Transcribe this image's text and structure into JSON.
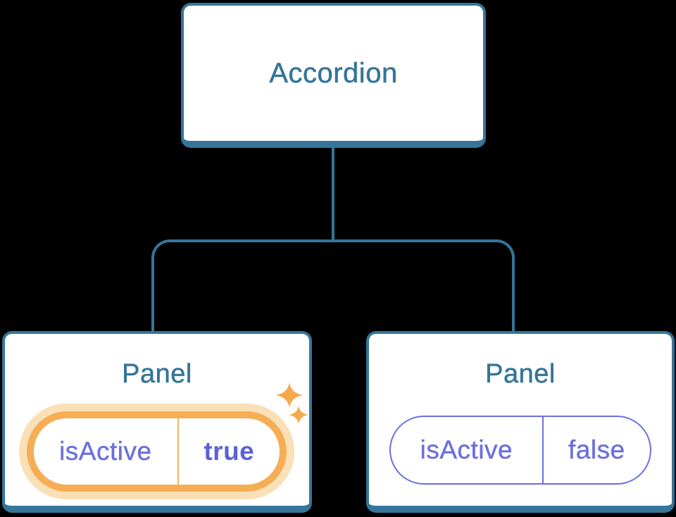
{
  "colors": {
    "background": "#000000",
    "node-fill": "#FFFFFF",
    "node-border": "#35759A",
    "node-text": "#35759A",
    "connector": "#35759A",
    "state-border": "#6B70DD",
    "state-text": "#6B70DD",
    "state-value-active-text": "#5B61D6",
    "highlight-border": "#F5AE55",
    "highlight-glow": "#FAE0B6",
    "highlight-divider": "#F2B469",
    "sparkle": "#F5A94B"
  },
  "icons": {
    "sparkle": "four-point-star"
  },
  "tree": {
    "root": {
      "label": "Accordion"
    },
    "children": [
      {
        "title": "Panel",
        "state_key": "isActive",
        "state_value": "true",
        "highlighted": true
      },
      {
        "title": "Panel",
        "state_key": "isActive",
        "state_value": "false",
        "highlighted": false
      }
    ]
  }
}
